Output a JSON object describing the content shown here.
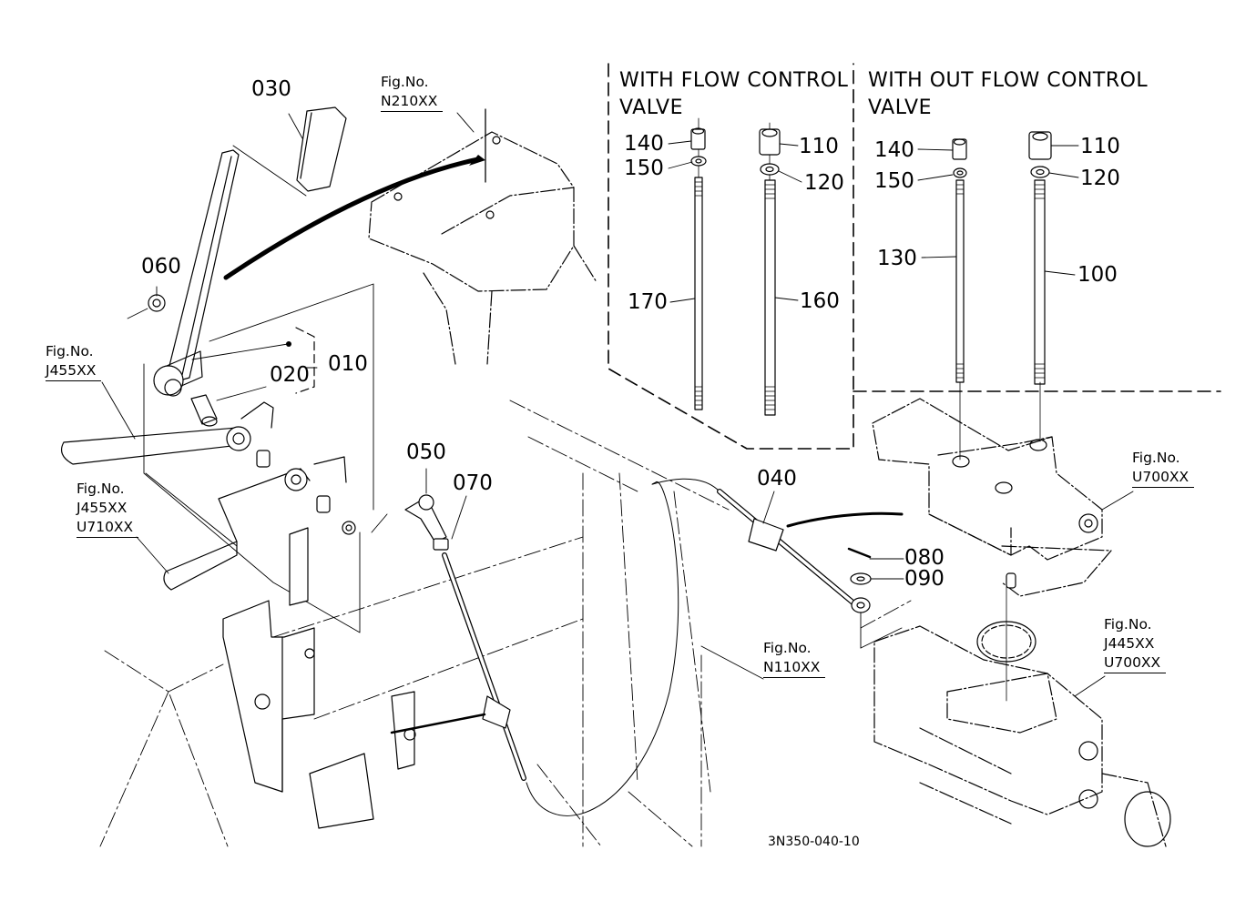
{
  "drawing_id": "3N350-040-10",
  "sections": {
    "with_flow_control": {
      "title_line1": "WITH FLOW CONTROL",
      "title_line2": "VALVE"
    },
    "without_flow_control": {
      "title_line1": "WITH OUT FLOW CONTROL",
      "title_line2": "VALVE"
    }
  },
  "part_labels": {
    "p010": "010",
    "p020": "020",
    "p030": "030",
    "p040": "040",
    "p050": "050",
    "p060": "060",
    "p070": "070",
    "p080": "080",
    "p090": "090",
    "wf_p140": "140",
    "wf_p150": "150",
    "wf_p110": "110",
    "wf_p120": "120",
    "wf_p170": "170",
    "wf_p160": "160",
    "wo_p140": "140",
    "wo_p150": "150",
    "wo_p110": "110",
    "wo_p120": "120",
    "wo_p130": "130",
    "wo_p100": "100"
  },
  "figure_refs": {
    "n210": {
      "caption": "Fig.No.",
      "codes": [
        "N210XX"
      ]
    },
    "j455": {
      "caption": "Fig.No.",
      "codes": [
        "J455XX"
      ]
    },
    "j455_u710": {
      "caption": "Fig.No.",
      "codes": [
        "J455XX",
        "U710XX"
      ]
    },
    "u700": {
      "caption": "Fig.No.",
      "codes": [
        "U700XX"
      ]
    },
    "n110": {
      "caption": "Fig.No.",
      "codes": [
        "N110XX"
      ]
    },
    "j445_u700": {
      "caption": "Fig.No.",
      "codes": [
        "J445XX",
        "U700XX"
      ]
    }
  }
}
